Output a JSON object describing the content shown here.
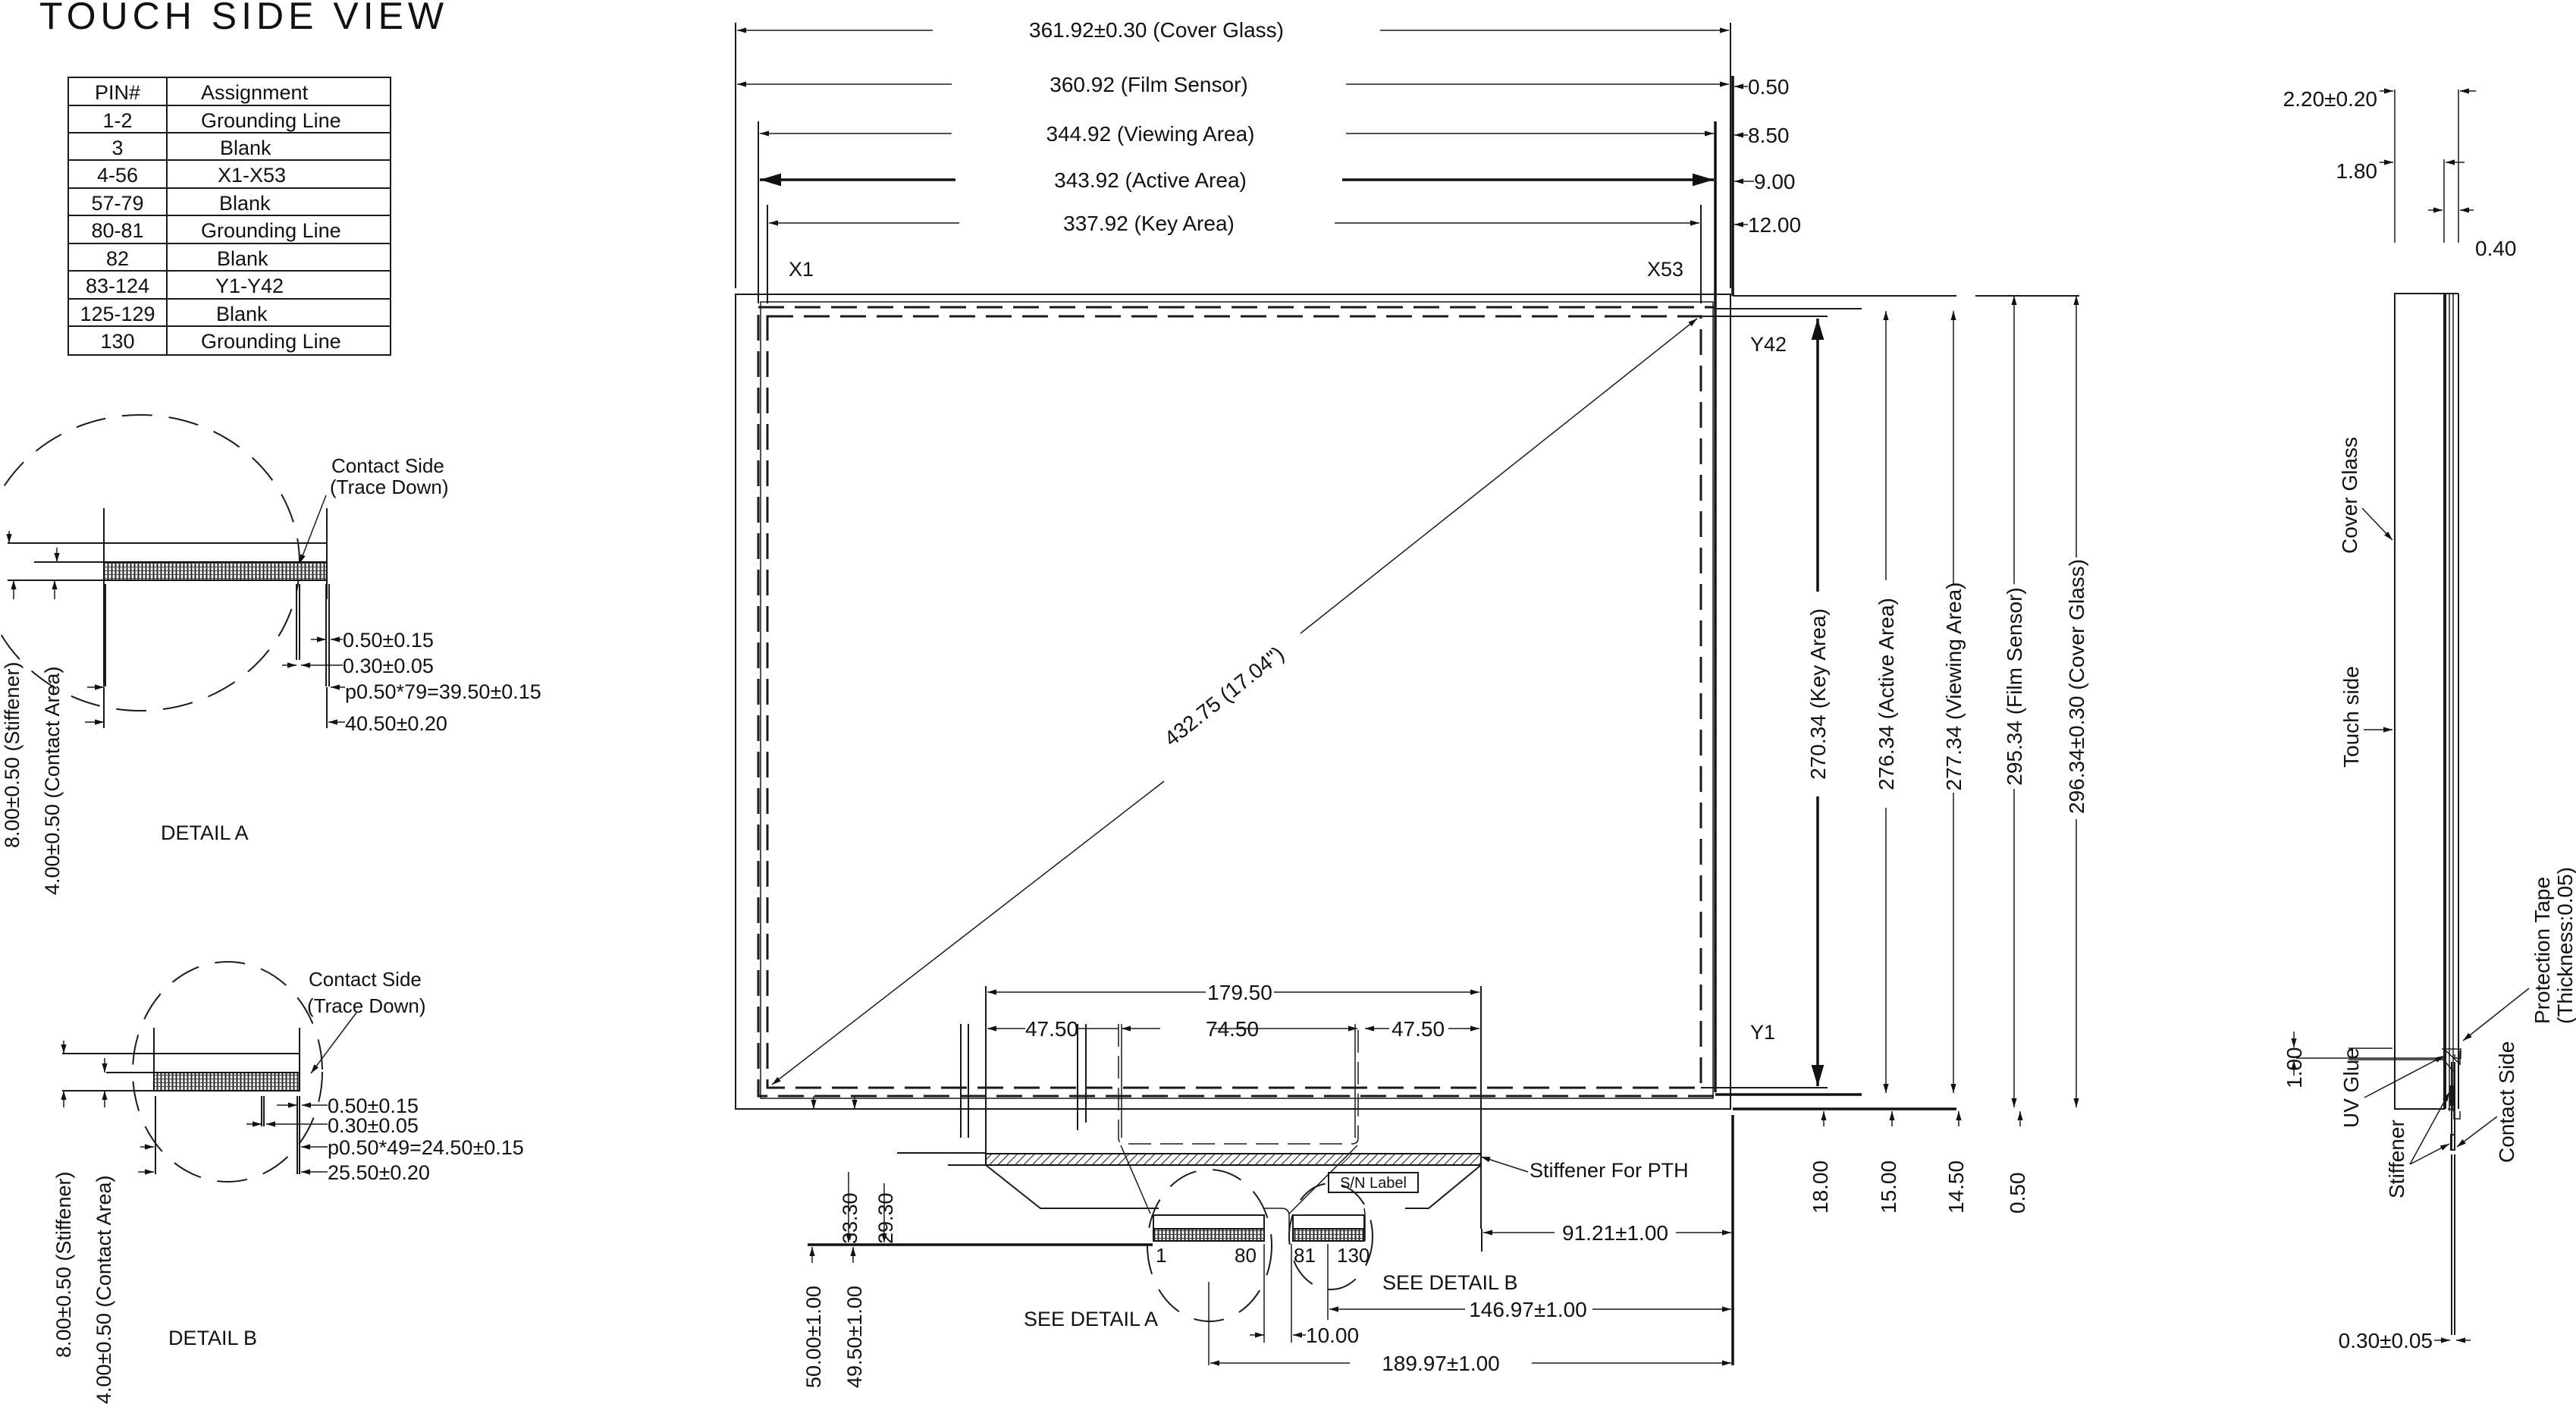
{
  "title": "TOUCH SIDE VIEW",
  "pin_table": {
    "headers": [
      "PIN#",
      "Assignment"
    ],
    "rows": [
      [
        "1-2",
        "Grounding Line"
      ],
      [
        "3",
        "Blank"
      ],
      [
        "4-56",
        "X1-X53"
      ],
      [
        "57-79",
        "Blank"
      ],
      [
        "80-81",
        "Grounding Line"
      ],
      [
        "82",
        "Blank"
      ],
      [
        "83-124",
        "Y1-Y42"
      ],
      [
        "125-129",
        "Blank"
      ],
      [
        "130",
        "Grounding Line"
      ]
    ]
  },
  "detail_a": {
    "label": "DETAIL A",
    "callout": [
      "Contact Side",
      "(Trace Down)"
    ],
    "dims": [
      "0.50±0.15",
      "0.30±0.05",
      "p0.50*79=39.50±0.15",
      "40.50±0.20"
    ],
    "vertical_dims": [
      "8.00±0.50  (Stiffener)",
      "4.00±0.50  (Contact Area)"
    ]
  },
  "detail_b": {
    "label": "DETAIL B",
    "callout": [
      "Contact Side",
      "(Trace Down)"
    ],
    "dims": [
      "0.50±0.15",
      "0.30±0.05",
      "p0.50*49=24.50±0.15",
      "25.50±0.20"
    ],
    "vertical_dims": [
      "8.00±0.50  (Stiffener)",
      "4.00±0.50  (Contact Area)"
    ]
  },
  "front_view": {
    "top_dims": [
      "361.92±0.30 (Cover Glass)",
      "360.92 (Film Sensor)",
      "344.92 (Viewing Area)",
      "343.92 (Active Area)",
      "337.92 (Key Area)"
    ],
    "top_offsets": [
      "0.50",
      "8.50",
      "9.00",
      "12.00"
    ],
    "right_dims": [
      "270.34 (Key Area)",
      "276.34 (Active Area)",
      "277.34 (Viewing Area)",
      "295.34 (Film Sensor)",
      "296.34±0.30 (Cover Glass)"
    ],
    "bottom_offsets": [
      "18.00",
      "15.00",
      "14.50",
      "0.50"
    ],
    "channel_labels": {
      "x_start": "X1",
      "x_end": "X53",
      "y_top": "Y42",
      "y_bottom": "Y1"
    },
    "diagonal": "432.75 (17.04\")",
    "fpc": {
      "width_total": "179.50",
      "segments": [
        "47.50",
        "74.50",
        "47.50"
      ],
      "stiffener_label": "Stiffener For PTH",
      "sn_label": "S/N Label",
      "pin_labels": [
        "1",
        "80",
        "81",
        "130"
      ],
      "see_detail_a": "SEE DETAIL A",
      "see_detail_b": "SEE DETAIL B",
      "left_dims": [
        "50.00±1.00",
        "49.50±1.00",
        "33.30",
        "29.30"
      ],
      "gap": "10.00",
      "right_dims": [
        "91.21±1.00",
        "146.97±1.00",
        "189.97±1.00"
      ]
    }
  },
  "side_view": {
    "dims": [
      "2.20±0.20",
      "1.80",
      "0.40",
      "1.00",
      "0.30±0.05"
    ],
    "labels": {
      "cover_glass": "Cover Glass",
      "touch_side": "Touch side",
      "protection_tape": "Protection Tape",
      "protection_tape_thickness": "(Thickness:0.05)",
      "uv_glue": "UV Glue",
      "stiffener": "Stiffener",
      "contact_side": "Contact Side"
    }
  }
}
